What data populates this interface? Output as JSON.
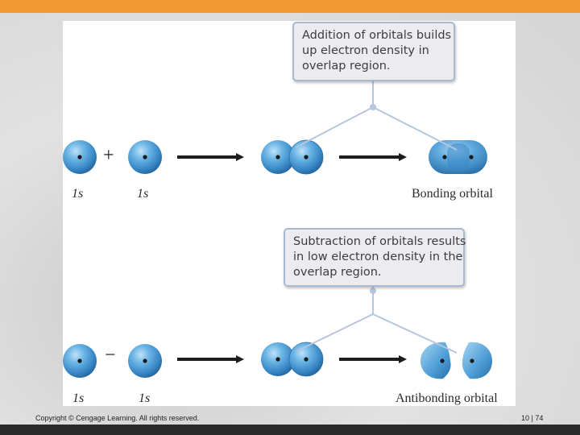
{
  "callouts": {
    "bonding": {
      "lines": [
        "Addition of orbitals builds",
        "up electron density in",
        "overlap region."
      ]
    },
    "antibonding": {
      "lines": [
        "Subtraction of orbitals results",
        "in low electron density in the",
        "overlap region."
      ]
    }
  },
  "bonding_row": {
    "operator": "+",
    "label_1": "1s",
    "label_2": "1s",
    "result_label": "Bonding orbital"
  },
  "antibonding_row": {
    "operator": "−",
    "label_1": "1s",
    "label_2": "1s",
    "result_label": "Antibonding orbital"
  },
  "footer": {
    "copyright": "Copyright © Cengage Learning. All rights reserved.",
    "page": "10 | 74"
  },
  "colors": {
    "accent_bar": "#f39a35",
    "orbital": "#3f93cf",
    "callout_border": "#a9b9d2"
  }
}
